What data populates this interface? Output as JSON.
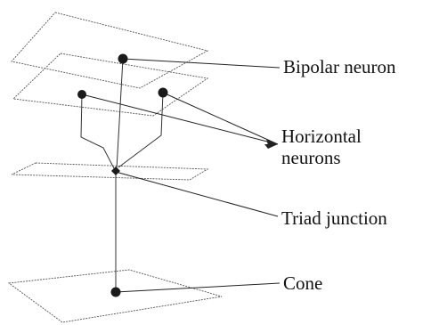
{
  "labels": {
    "bipolar": "Bipolar neuron",
    "horizontal_line1": "Horizontal",
    "horizontal_line2": "neurons",
    "triad": "Triad junction",
    "cone": "Cone"
  },
  "colors": {
    "ink": "#222222",
    "node": "#1a1a1a",
    "background": "#ffffff"
  }
}
